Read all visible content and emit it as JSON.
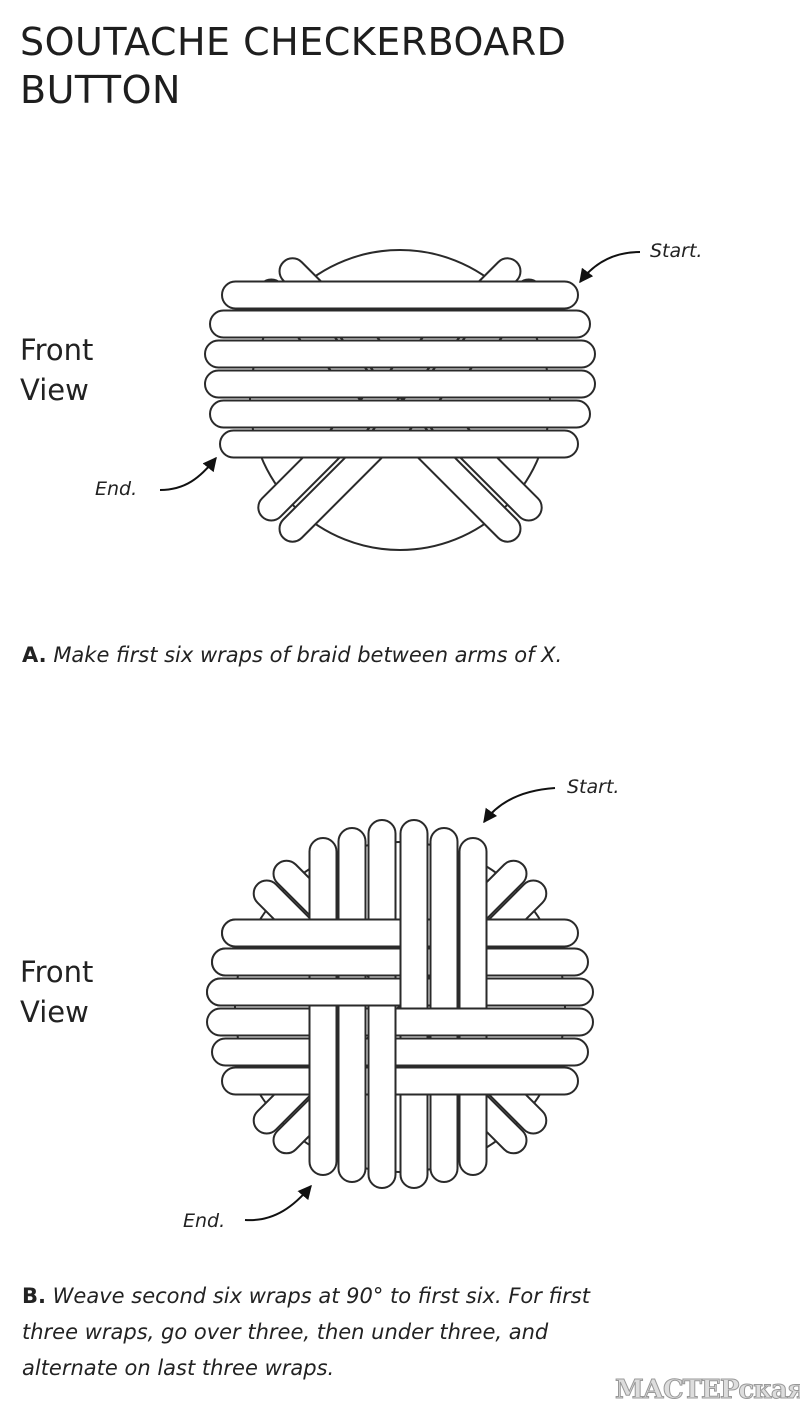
{
  "title": {
    "line1": "SOUTACHE CHECKERBOARD",
    "line2": "BUTTON"
  },
  "figure_a": {
    "view_label_1": "Front",
    "view_label_2": "View",
    "start_label": "Start.",
    "end_label": "End.",
    "caption_letter": "A.",
    "caption_text": "Make first six wraps of braid between arms of X."
  },
  "figure_b": {
    "view_label_1": "Front",
    "view_label_2": "View",
    "start_label": "Start.",
    "end_label": "End.",
    "caption_letter": "B.",
    "caption_line1": "Weave second six wraps at 90° to first six. For first",
    "caption_line2": "three wraps, go over three, then under three, and",
    "caption_line3": "alternate on last three wraps."
  },
  "watermark": "МАСТЕРская",
  "colors": {
    "stroke": "#2a2a2a",
    "fill": "#ffffff"
  }
}
